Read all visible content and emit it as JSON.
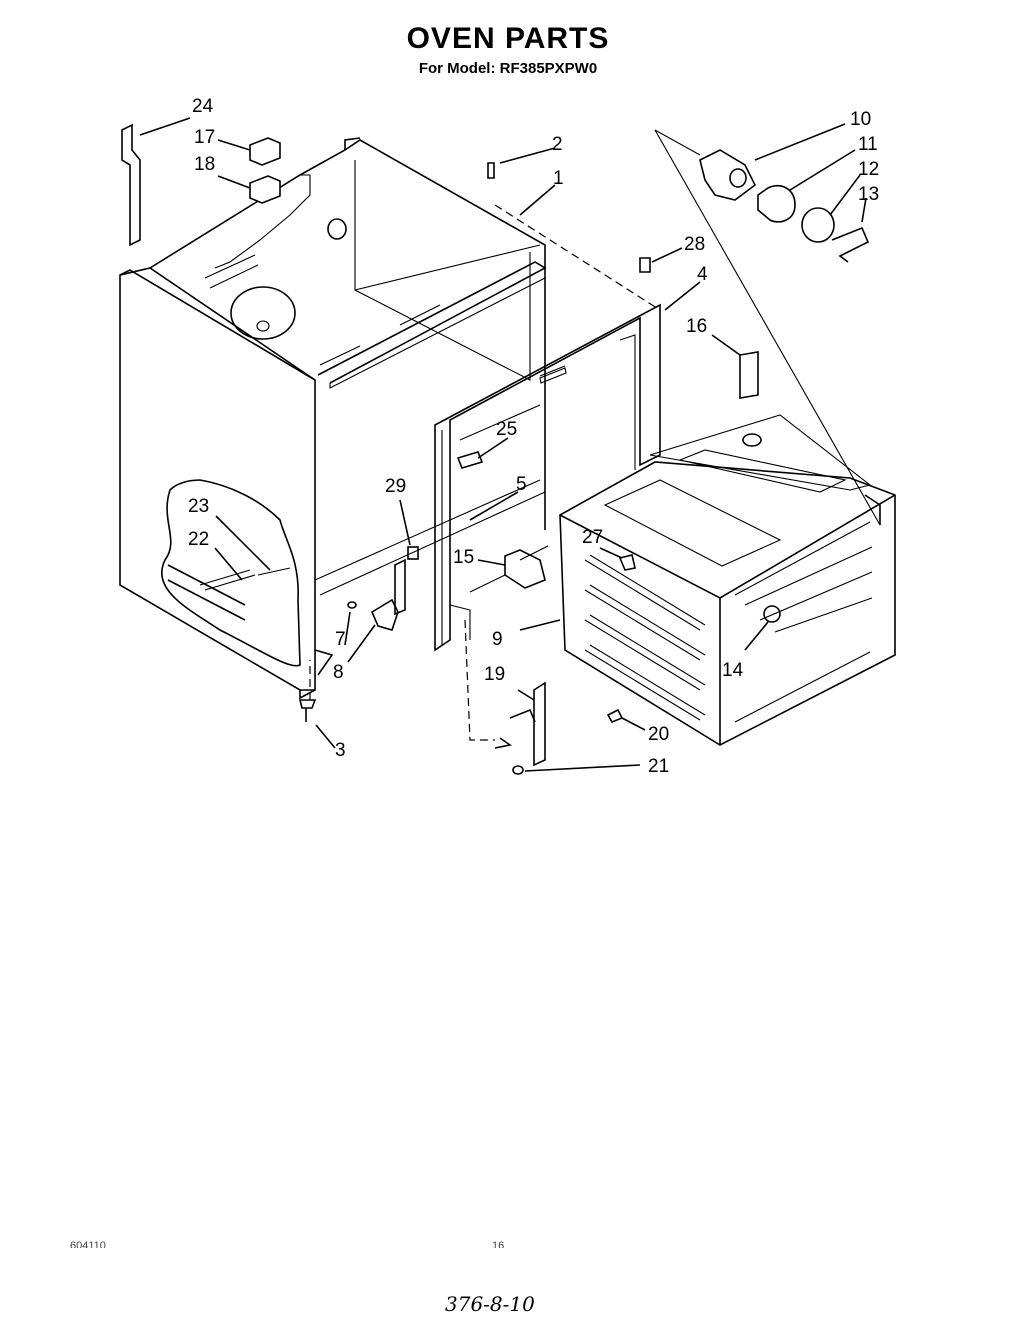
{
  "header": {
    "title": "OVEN PARTS",
    "subtitle": "For Model: RF385PXPW0"
  },
  "footer": {
    "left_code": "604110",
    "page_number": "16",
    "handwritten_note": "376-8-10"
  },
  "callouts": {
    "c1": "1",
    "c2": "2",
    "c3": "3",
    "c4": "4",
    "c5": "5",
    "c7": "7",
    "c8": "8",
    "c9": "9",
    "c10": "10",
    "c11": "11",
    "c12": "12",
    "c13": "13",
    "c14": "14",
    "c15": "15",
    "c16": "16",
    "c17": "17",
    "c18": "18",
    "c19": "19",
    "c20": "20",
    "c21": "21",
    "c22": "22",
    "c23": "23",
    "c24": "24",
    "c25": "25",
    "c27": "27",
    "c28": "28",
    "c29": "29"
  }
}
